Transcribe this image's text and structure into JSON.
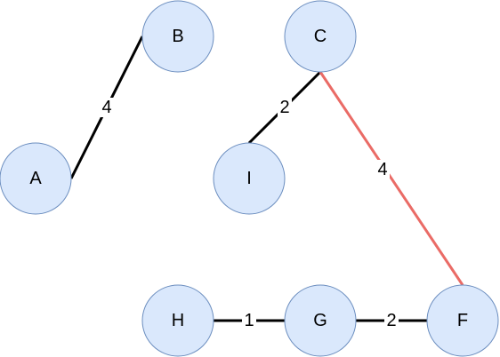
{
  "graph": {
    "nodes": [
      {
        "id": "A",
        "label": "A"
      },
      {
        "id": "B",
        "label": "B"
      },
      {
        "id": "C",
        "label": "C"
      },
      {
        "id": "I",
        "label": "I"
      },
      {
        "id": "H",
        "label": "H"
      },
      {
        "id": "G",
        "label": "G"
      },
      {
        "id": "F",
        "label": "F"
      }
    ],
    "edges": [
      {
        "id": "A-B",
        "from": "A",
        "to": "B",
        "weight": "4",
        "highlighted": false
      },
      {
        "id": "C-I",
        "from": "C",
        "to": "I",
        "weight": "2",
        "highlighted": false
      },
      {
        "id": "C-F",
        "from": "C",
        "to": "F",
        "weight": "4",
        "highlighted": true
      },
      {
        "id": "H-G",
        "from": "H",
        "to": "G",
        "weight": "1",
        "highlighted": false
      },
      {
        "id": "G-F",
        "from": "G",
        "to": "F",
        "weight": "2",
        "highlighted": false
      }
    ]
  },
  "colors": {
    "node_fill": "#dae8fc",
    "node_stroke": "#6c8ebf",
    "edge_default": "#000000",
    "edge_highlight": "#ea6b66",
    "background": "#ffffff"
  }
}
